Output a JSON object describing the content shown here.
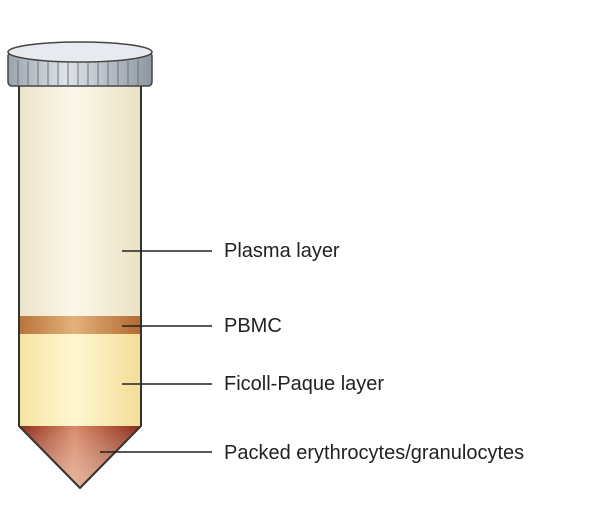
{
  "labels": {
    "plasma": "Plasma layer",
    "pbmc": "PBMC",
    "ficoll": "Ficoll-Paque layer",
    "packed": "Packed erythrocytes/granulocytes"
  },
  "colors": {
    "plasma": "#f7f1dc",
    "pbmc": "#c98a4a",
    "ficoll": "#fbefb8",
    "packed": "#9c3a22",
    "cap": "#c3cad2",
    "outline": "#333333"
  }
}
